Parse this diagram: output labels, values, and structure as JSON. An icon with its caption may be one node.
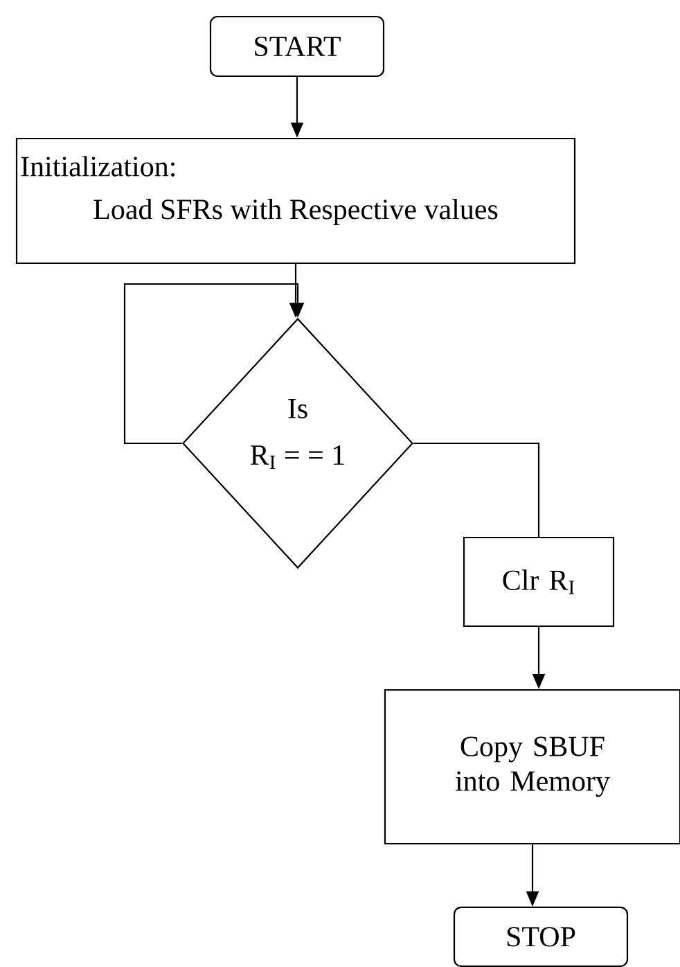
{
  "diagram": {
    "nodes": [
      {
        "text": [
          "START"
        ]
      },
      {
        "text": [
          "Initialization:",
          "Load SFRs with Respective values"
        ]
      },
      {
        "text": [
          "Is",
          "R$_{I}$ = = 1"
        ]
      },
      {
        "text": [
          "Clr R$_{I}$"
        ]
      },
      {
        "text": [
          "Copy SBUF into Memory"
        ]
      },
      {
        "text": [
          "STOP"
        ]
      }
    ],
    "edges": [
      {
        "from": 0,
        "to": 1,
        "arrow": "to"
      },
      {
        "from": 1,
        "to": 2,
        "arrow": "to"
      },
      {
        "from": 2,
        "to": 2,
        "arrow": "to"
      },
      {
        "from": 2,
        "to": 3,
        "arrow": "none"
      },
      {
        "from": 3,
        "to": 4,
        "arrow": "to"
      },
      {
        "from": 4,
        "to": 5,
        "arrow": "to"
      }
    ]
  }
}
